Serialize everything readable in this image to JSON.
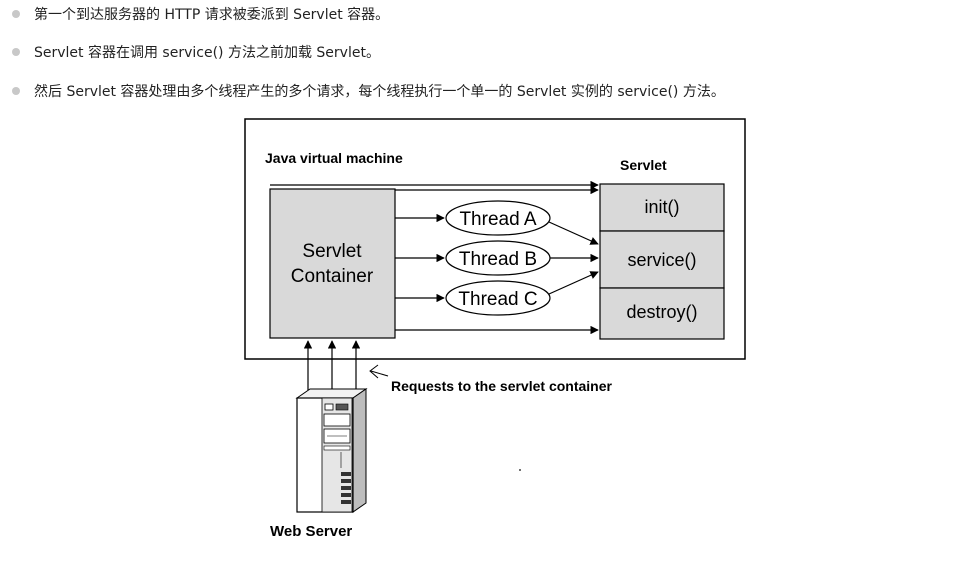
{
  "bullets": [
    "第一个到达服务器的 HTTP 请求被委派到 Servlet 容器。",
    "Servlet 容器在调用 service() 方法之前加载 Servlet。",
    "然后 Servlet 容器处理由多个线程产生的多个请求，每个线程执行一个单一的 Servlet 实例的 service() 方法。"
  ],
  "diagram": {
    "jvm_label": "Java virtual machine",
    "servlet_heading": "Servlet",
    "container_line1": "Servlet",
    "container_line2": "Container",
    "threads": [
      "Thread A",
      "Thread B",
      "Thread C"
    ],
    "methods": [
      "init()",
      "service()",
      "destroy()"
    ],
    "requests_label": "Requests to the servlet container",
    "web_server_label": "Web Server",
    "colors": {
      "box_fill": "#d9d9d9",
      "stroke": "#000000",
      "bullet_dot": "#c8c8c8"
    }
  }
}
